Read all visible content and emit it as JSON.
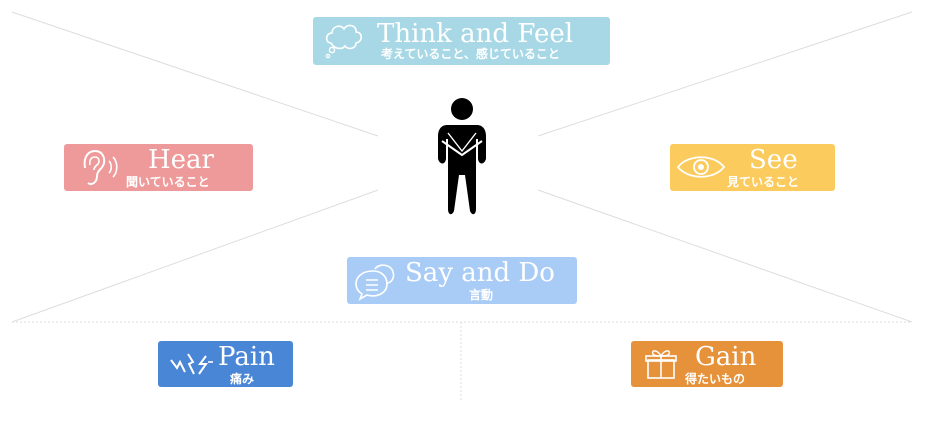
{
  "colors": {
    "think": "#a8d8e6",
    "hear": "#ee9a9a",
    "see": "#fbcb5e",
    "say": "#a9ccf7",
    "pain": "#4a86d6",
    "gain": "#e6923a",
    "lines": "#dddddd",
    "person": "#000000"
  },
  "think": {
    "title": "Think and Feel",
    "subtitle": "考えていること、感じていること",
    "icon": "thought-bubble-icon"
  },
  "hear": {
    "title": "Hear",
    "subtitle": "聞いていること",
    "icon": "ear-icon"
  },
  "see": {
    "title": "See",
    "subtitle": "見ていること",
    "icon": "eye-icon"
  },
  "say": {
    "title": "Say and Do",
    "subtitle": "言動",
    "icon": "speech-bubbles-icon"
  },
  "pain": {
    "title": "Pain",
    "subtitle": "痛み",
    "icon": "pain-lightning-icon"
  },
  "gain": {
    "title": "Gain",
    "subtitle": "得たいもの",
    "icon": "gift-icon"
  },
  "person": {
    "icon": "person-icon"
  }
}
